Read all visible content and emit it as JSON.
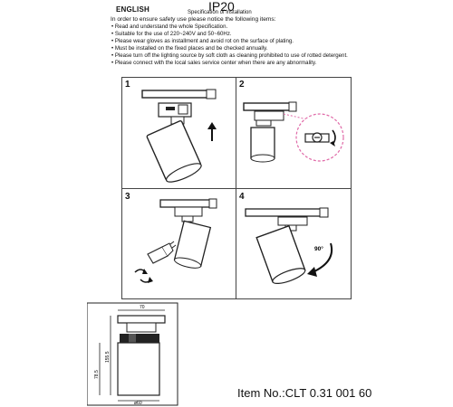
{
  "header": {
    "language": "ENGLISH",
    "ip_rating": "IP20",
    "spec_title": "Specification of installation"
  },
  "intro": "In order to ensure safety use please notice the following items:",
  "bullets": [
    "Read and understand the whole Specification.",
    "Suitable for the use of 220~240V and 50~60Hz.",
    "Please wear gloves as installment and avoid rot on the surface of plating.",
    "Must be installed on the fixed places and be checked annually.",
    "Please turn off the lighting source by soft cloth as cleaning prohibited to use of rotted detergent.",
    "Please connect with the local sales service center when there are any abnormality."
  ],
  "panels": [
    {
      "number": "1"
    },
    {
      "number": "2"
    },
    {
      "number": "3"
    },
    {
      "number": "4",
      "angle": "90°"
    }
  ],
  "dimensions": {
    "width": "70",
    "height_total": "155.5",
    "height_body": "78.5",
    "diameter": "ø60"
  },
  "item_number": "Item No.:CLT 0.31 001 60",
  "icons": {
    "up_arrow": "arrow-up-icon",
    "rotate": "rotate-arrow-icon",
    "bulb": "bulb-icon"
  }
}
